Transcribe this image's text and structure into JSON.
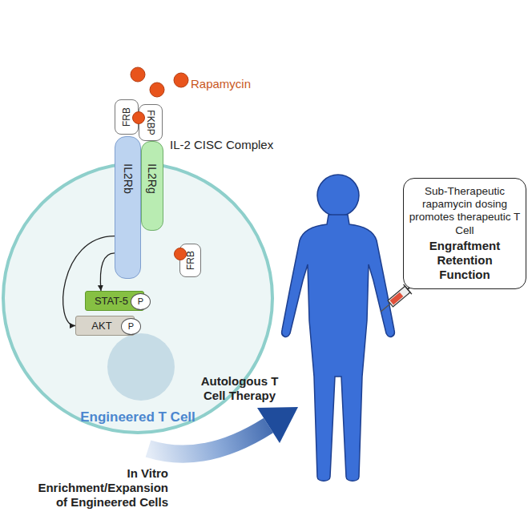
{
  "diagram": {
    "nodes": [
      {
        "text": [
          "Engineered T Cell"
        ]
      },
      {
        "text": [
          "FRB"
        ]
      },
      {
        "text": [
          "FKBP"
        ]
      },
      {
        "text": [
          "IL2Rb"
        ]
      },
      {
        "text": [
          "IL2Rg"
        ]
      },
      {
        "text": [
          "STAT-5"
        ],
        "in": 0
      },
      {
        "text": [
          "P"
        ],
        "in": 5
      },
      {
        "text": [
          "AKT"
        ],
        "in": 0
      },
      {
        "text": [
          "P"
        ],
        "in": 7
      },
      {
        "text": [
          "FRB"
        ],
        "in": 0
      },
      {
        "text": [
          "Sub-Therapeutic rapamycin dosing promotes therapeutic T Cell",
          "Engraftment Retention Function"
        ]
      }
    ],
    "edges": [
      {
        "from": 3,
        "to": 5,
        "arrow": "to"
      },
      {
        "from": 3,
        "to": 7,
        "arrow": "to"
      }
    ],
    "labels": [
      "Rapamycin",
      "IL-2 CISC Complex",
      "Autologous T Cell Therapy",
      "In Vitro Enrichment/Expansion of Engineered Cells"
    ]
  }
}
